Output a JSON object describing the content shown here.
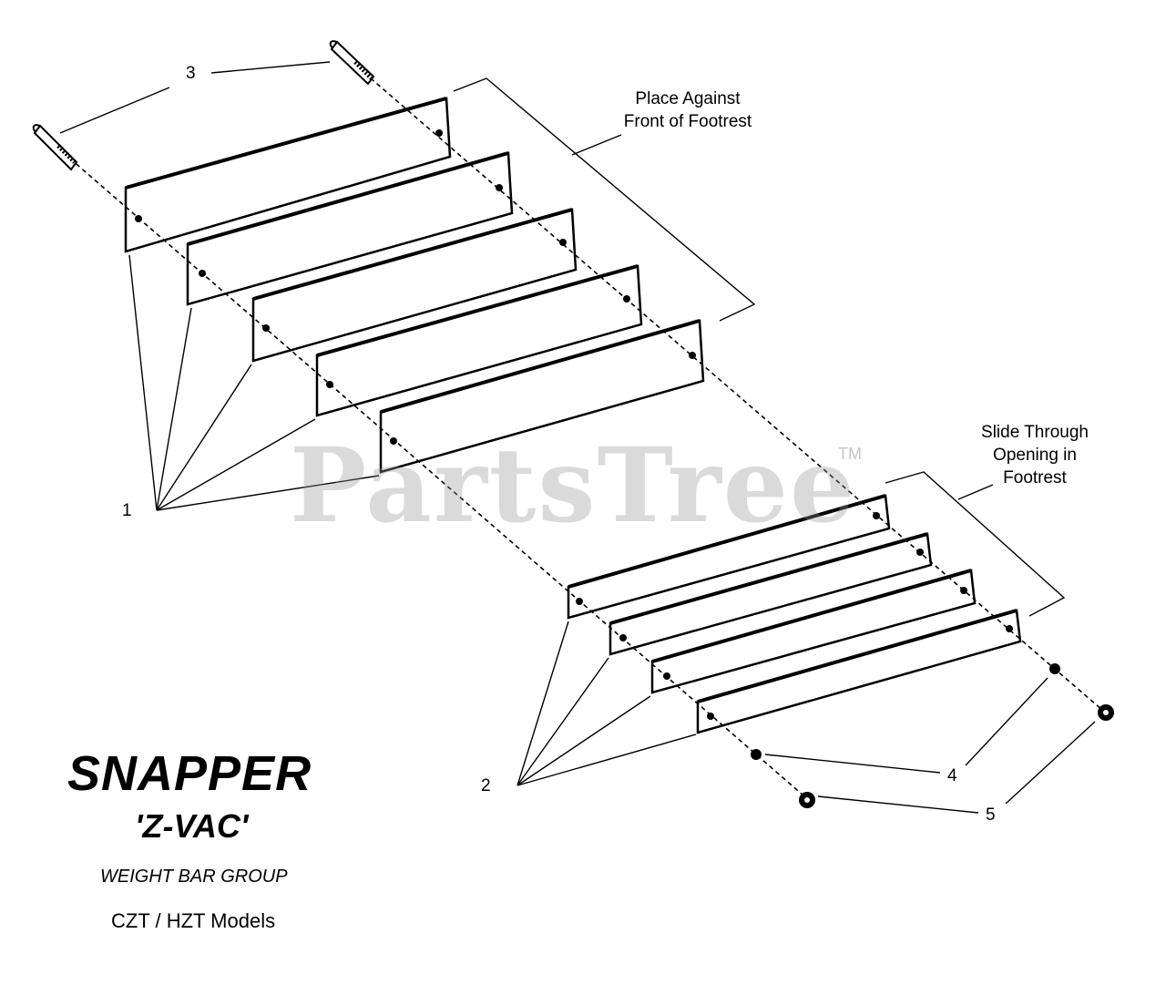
{
  "title": {
    "brand": "SNAPPER",
    "model": "'Z-VAC'",
    "group": "WEIGHT BAR GROUP",
    "models": "CZT / HZT Models"
  },
  "notes": {
    "front_footrest": "Place Against\nFront of Footrest",
    "slide_through": "Slide Through\nOpening in\nFootrest"
  },
  "callouts": {
    "c1": "1",
    "c2": "2",
    "c3": "3",
    "c4": "4",
    "c5": "5"
  },
  "watermark": {
    "text": "PartsTree",
    "tm": "TM"
  },
  "colors": {
    "ink": "#000000",
    "bar_fill": "#ffffff",
    "watermark": "#969696"
  }
}
